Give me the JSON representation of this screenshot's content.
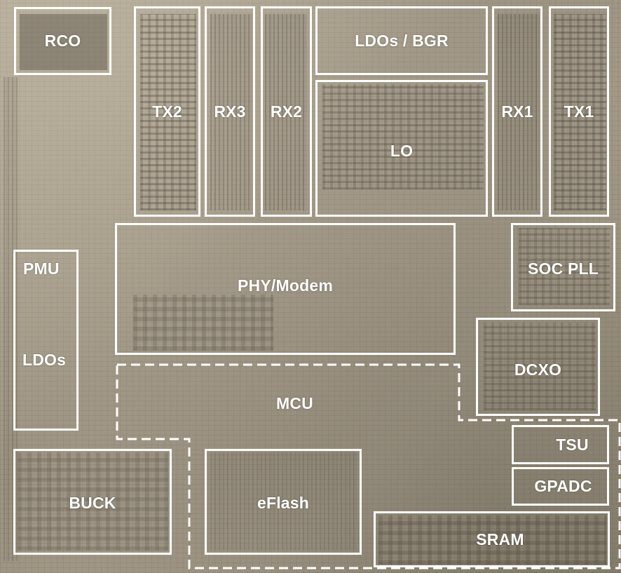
{
  "blocks": {
    "rco": "RCO",
    "tx2": "TX2",
    "rx3": "RX3",
    "rx2": "RX2",
    "ldos_bgr": "LDOs / BGR",
    "lo": "LO",
    "rx1": "RX1",
    "tx1": "TX1",
    "phy_modem": "PHY/Modem",
    "soc_pll": "SOC PLL",
    "pmu": "PMU",
    "ldos": "LDOs",
    "dcxo": "DCXO",
    "mcu": "MCU",
    "tsu": "TSU",
    "gpadc": "GPADC",
    "buck": "BUCK",
    "eflash": "eFlash",
    "sram": "SRAM"
  },
  "colors": {
    "outline": "#ffffff",
    "die_background": "#a39a88"
  }
}
